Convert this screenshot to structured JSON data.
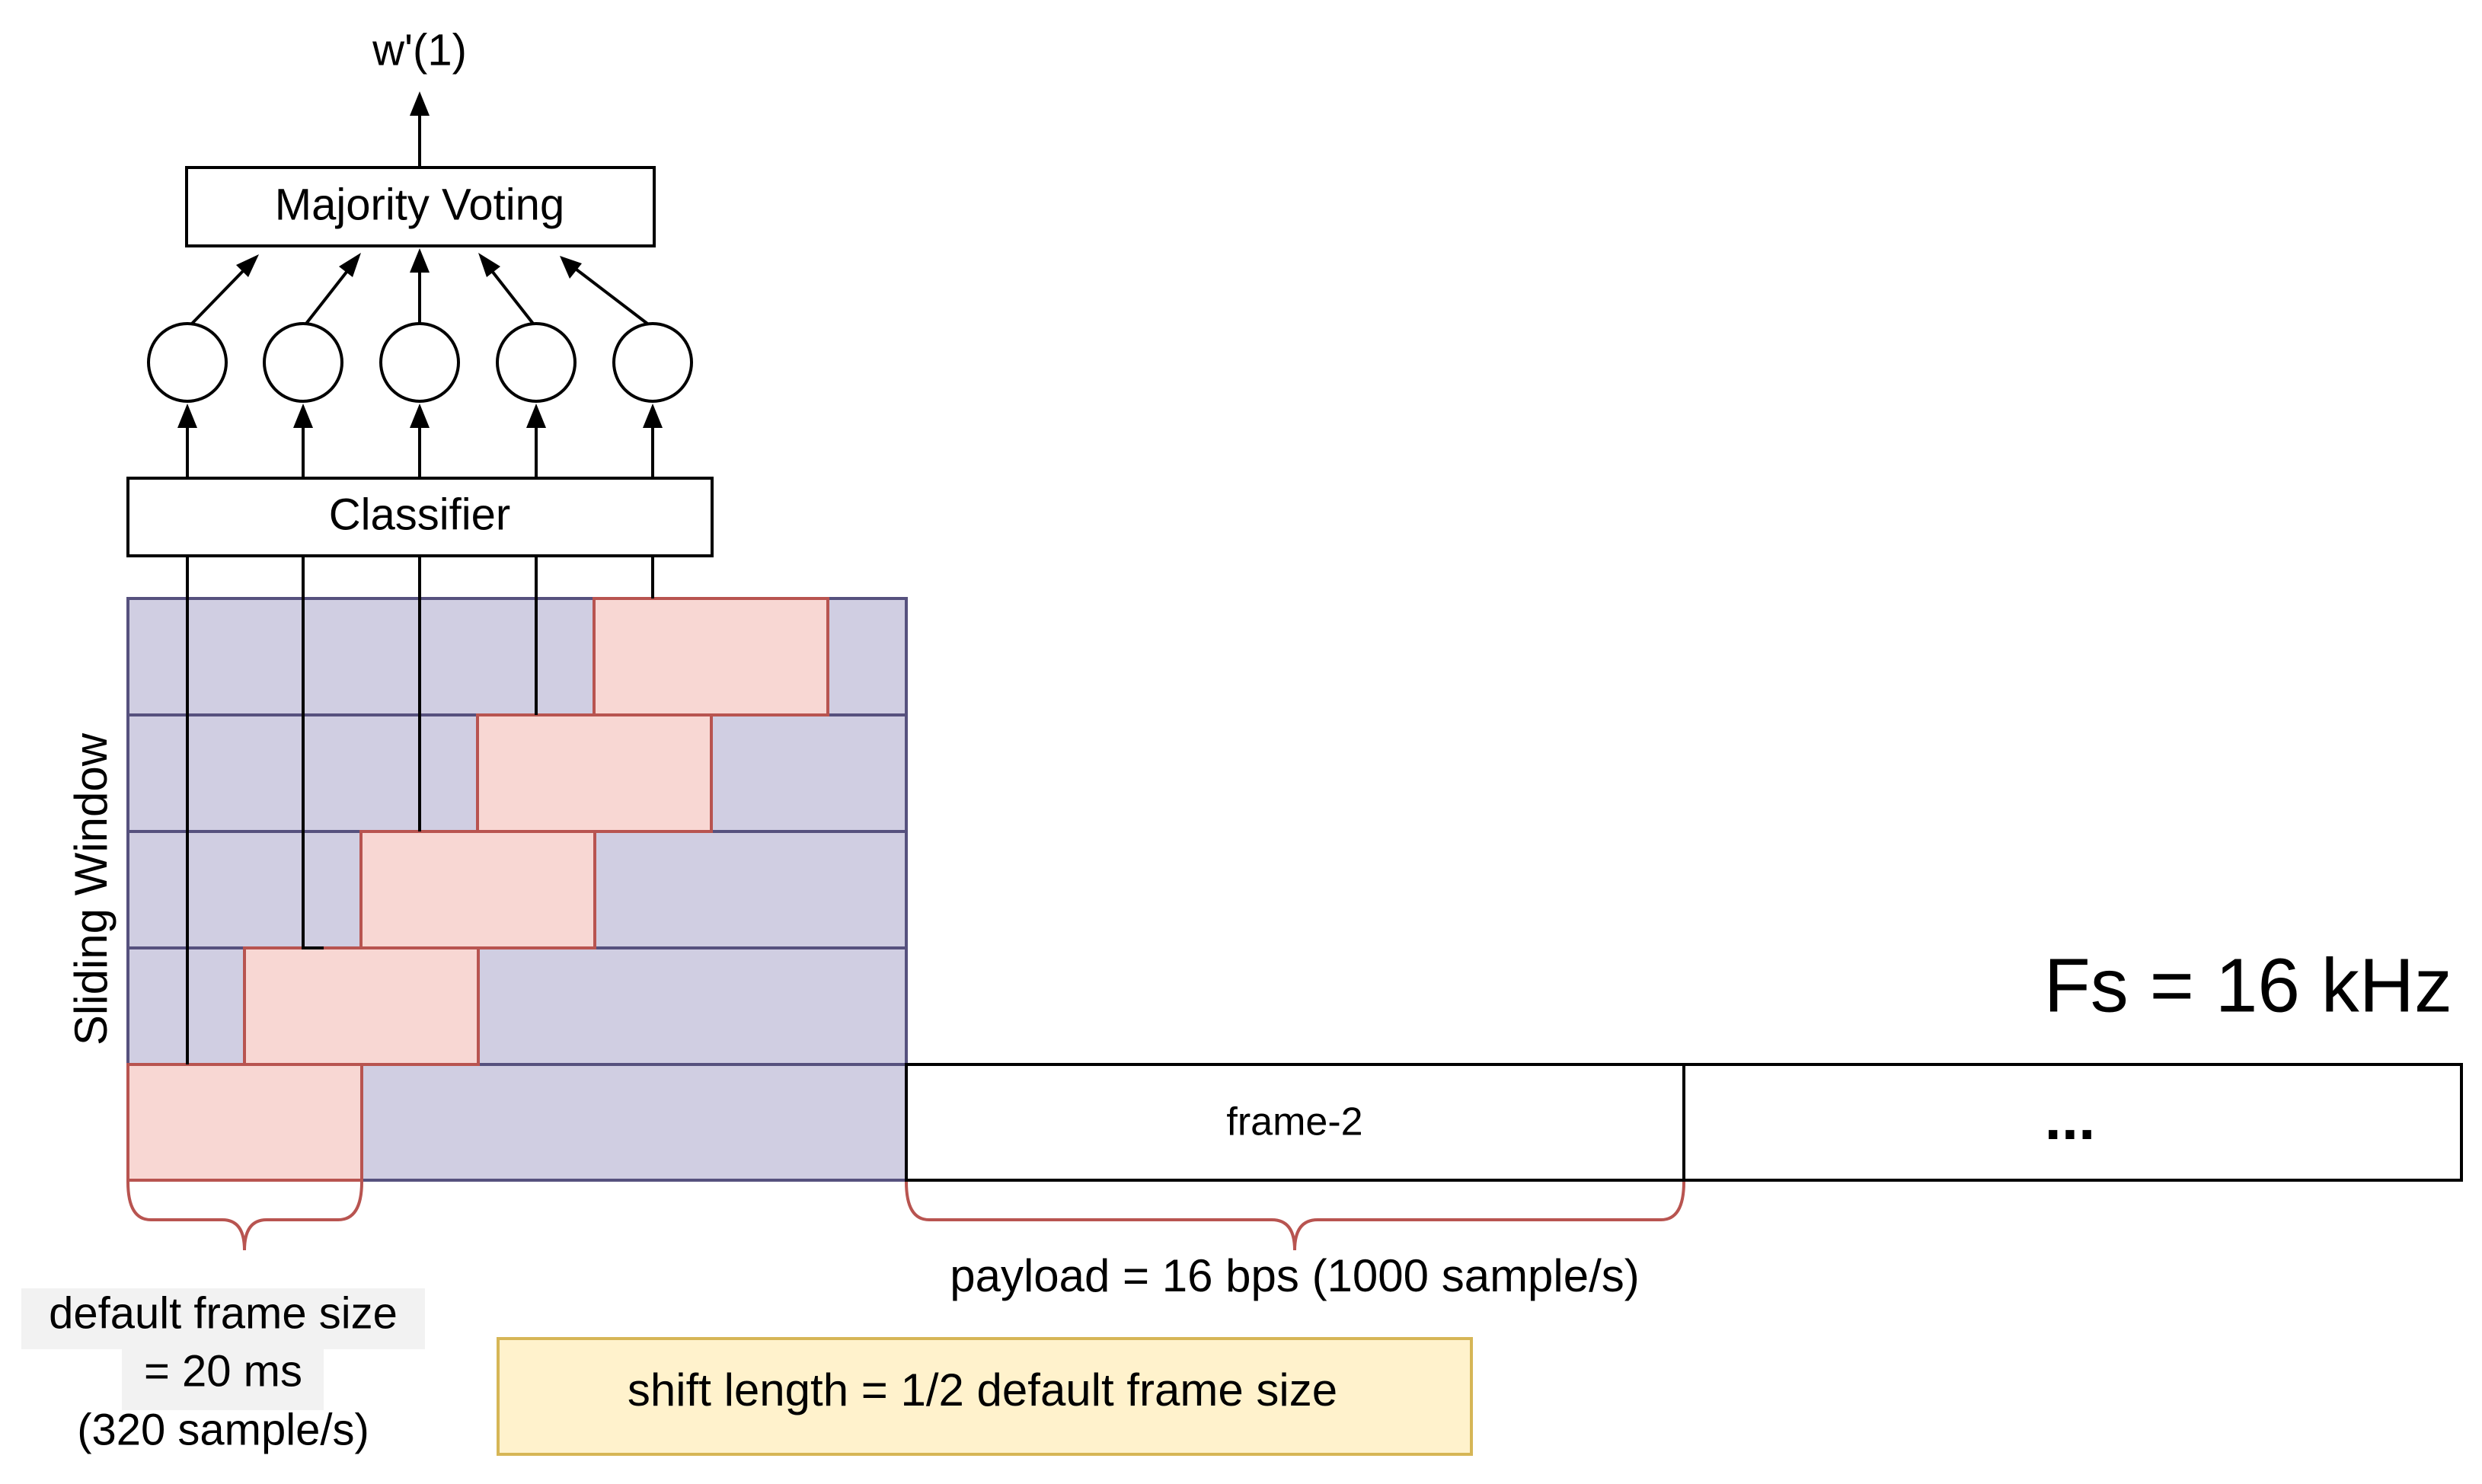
{
  "output_label": "w'(1)",
  "majority_voting_label": "Majority Voting",
  "classifier_label": "Classifier",
  "sliding_window_label": "Sliding Window",
  "sampling_rate_label": "Fs = 16 kHz",
  "frame2_label": "frame-2",
  "ellipsis_label": "...",
  "payload_label": "payload = 16 bps (1000 sample/s)",
  "frame_size_label": {
    "line1": "default frame size",
    "line2": "= 20 ms",
    "line3": "(320 sample/s)"
  },
  "shift_length_label": "shift length = 1/2 default frame size",
  "colors": {
    "window_fill": "#D0CEE2",
    "window_stroke": "#56517E",
    "frame_fill": "#F8D7D3",
    "frame_stroke": "#B85450",
    "note_fill": "#FFF2CC",
    "note_stroke": "#D6B656",
    "line": "#000000"
  }
}
